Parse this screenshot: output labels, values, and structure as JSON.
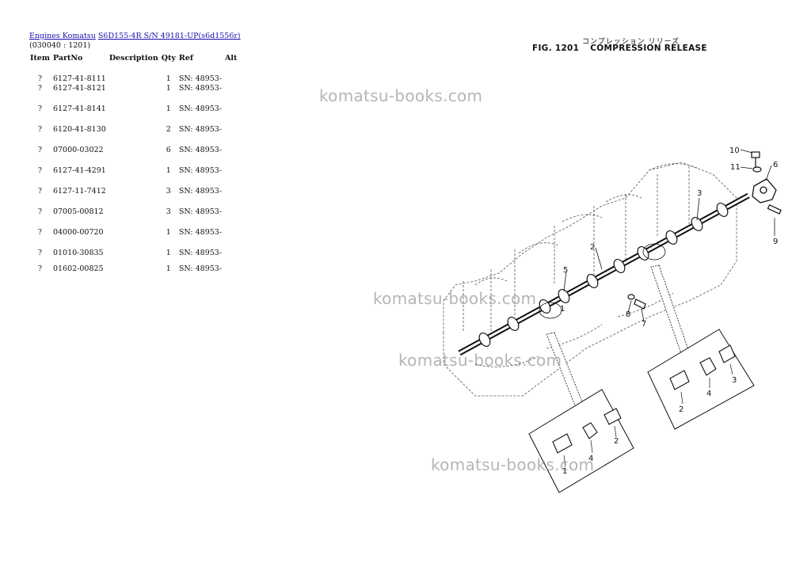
{
  "breadcrumb": {
    "link1": "Engines Komatsu",
    "link2": "S6D155-4R S/N 49181-UP(s6d1556r)"
  },
  "code": "(030040 : 1201)",
  "table": {
    "headers": [
      "Item",
      "PartNo",
      "Description",
      "Qty",
      "Ref",
      "Alt"
    ],
    "rows": [
      {
        "item": "?",
        "partno": "6127-41-8111",
        "desc": "",
        "qty": "1",
        "ref": "SN: 48953-",
        "alt": ""
      },
      {
        "item": "?",
        "partno": "6127-41-8121",
        "desc": "",
        "qty": "1",
        "ref": "SN: 48953-",
        "alt": ""
      },
      {
        "item": "?",
        "partno": "6127-41-8141",
        "desc": "",
        "qty": "1",
        "ref": "SN: 48953-",
        "alt": ""
      },
      {
        "item": "?",
        "partno": "6120-41-8130",
        "desc": "",
        "qty": "2",
        "ref": "SN: 48953-",
        "alt": ""
      },
      {
        "item": "?",
        "partno": "07000-03022",
        "desc": "",
        "qty": "6",
        "ref": "SN: 48953-",
        "alt": ""
      },
      {
        "item": "?",
        "partno": "6127-41-4291",
        "desc": "",
        "qty": "1",
        "ref": "SN: 48953-",
        "alt": ""
      },
      {
        "item": "?",
        "partno": "6127-11-7412",
        "desc": "",
        "qty": "3",
        "ref": "SN: 48953-",
        "alt": ""
      },
      {
        "item": "?",
        "partno": "07005-00812",
        "desc": "",
        "qty": "3",
        "ref": "SN: 48953-",
        "alt": ""
      },
      {
        "item": "?",
        "partno": "04000-00720",
        "desc": "",
        "qty": "1",
        "ref": "SN: 48953-",
        "alt": ""
      },
      {
        "item": "?",
        "partno": "01010-30835",
        "desc": "",
        "qty": "1",
        "ref": "SN: 48953-",
        "alt": ""
      },
      {
        "item": "?",
        "partno": "01602-00825",
        "desc": "",
        "qty": "1",
        "ref": "SN: 48953-",
        "alt": ""
      }
    ]
  },
  "figure": {
    "jp_title": "コンプレッション リリーズ",
    "fig_number": "FIG. 1201",
    "fig_name": "COMPRESSION RELEASE",
    "callouts": [
      "10",
      "11",
      "6",
      "9",
      "3",
      "2",
      "5",
      "1",
      "8",
      "7",
      "2",
      "4",
      "3",
      "4",
      "1",
      "2"
    ]
  },
  "watermark": "komatsu-books.com"
}
